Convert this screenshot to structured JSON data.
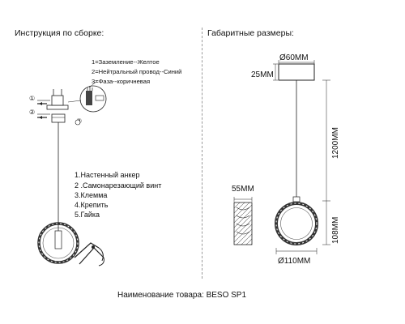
{
  "sections": {
    "assembly_title": "Инструкция по сборке:",
    "dimensions_title": "Габаритные размеры:"
  },
  "wiring": [
    "1=Заземление--Желтое",
    "2=Нейтральный провод--Синий",
    "3=Фаза--коричневая"
  ],
  "callouts": [
    "①",
    "②",
    "③"
  ],
  "parts": [
    "1.Настенный анкер",
    "2 .Самонарезающий винт",
    "3.Клемма",
    "4.Крепить",
    "5.Гайка"
  ],
  "dimensions": {
    "canopy_diameter": "Ø60MM",
    "canopy_height": "25MM",
    "cable_length": "1200MM",
    "shade_width": "55MM",
    "shade_height": "108MM",
    "shade_diameter": "Ø110MM"
  },
  "product": {
    "label": "Наименование товара: BESO SP1"
  }
}
